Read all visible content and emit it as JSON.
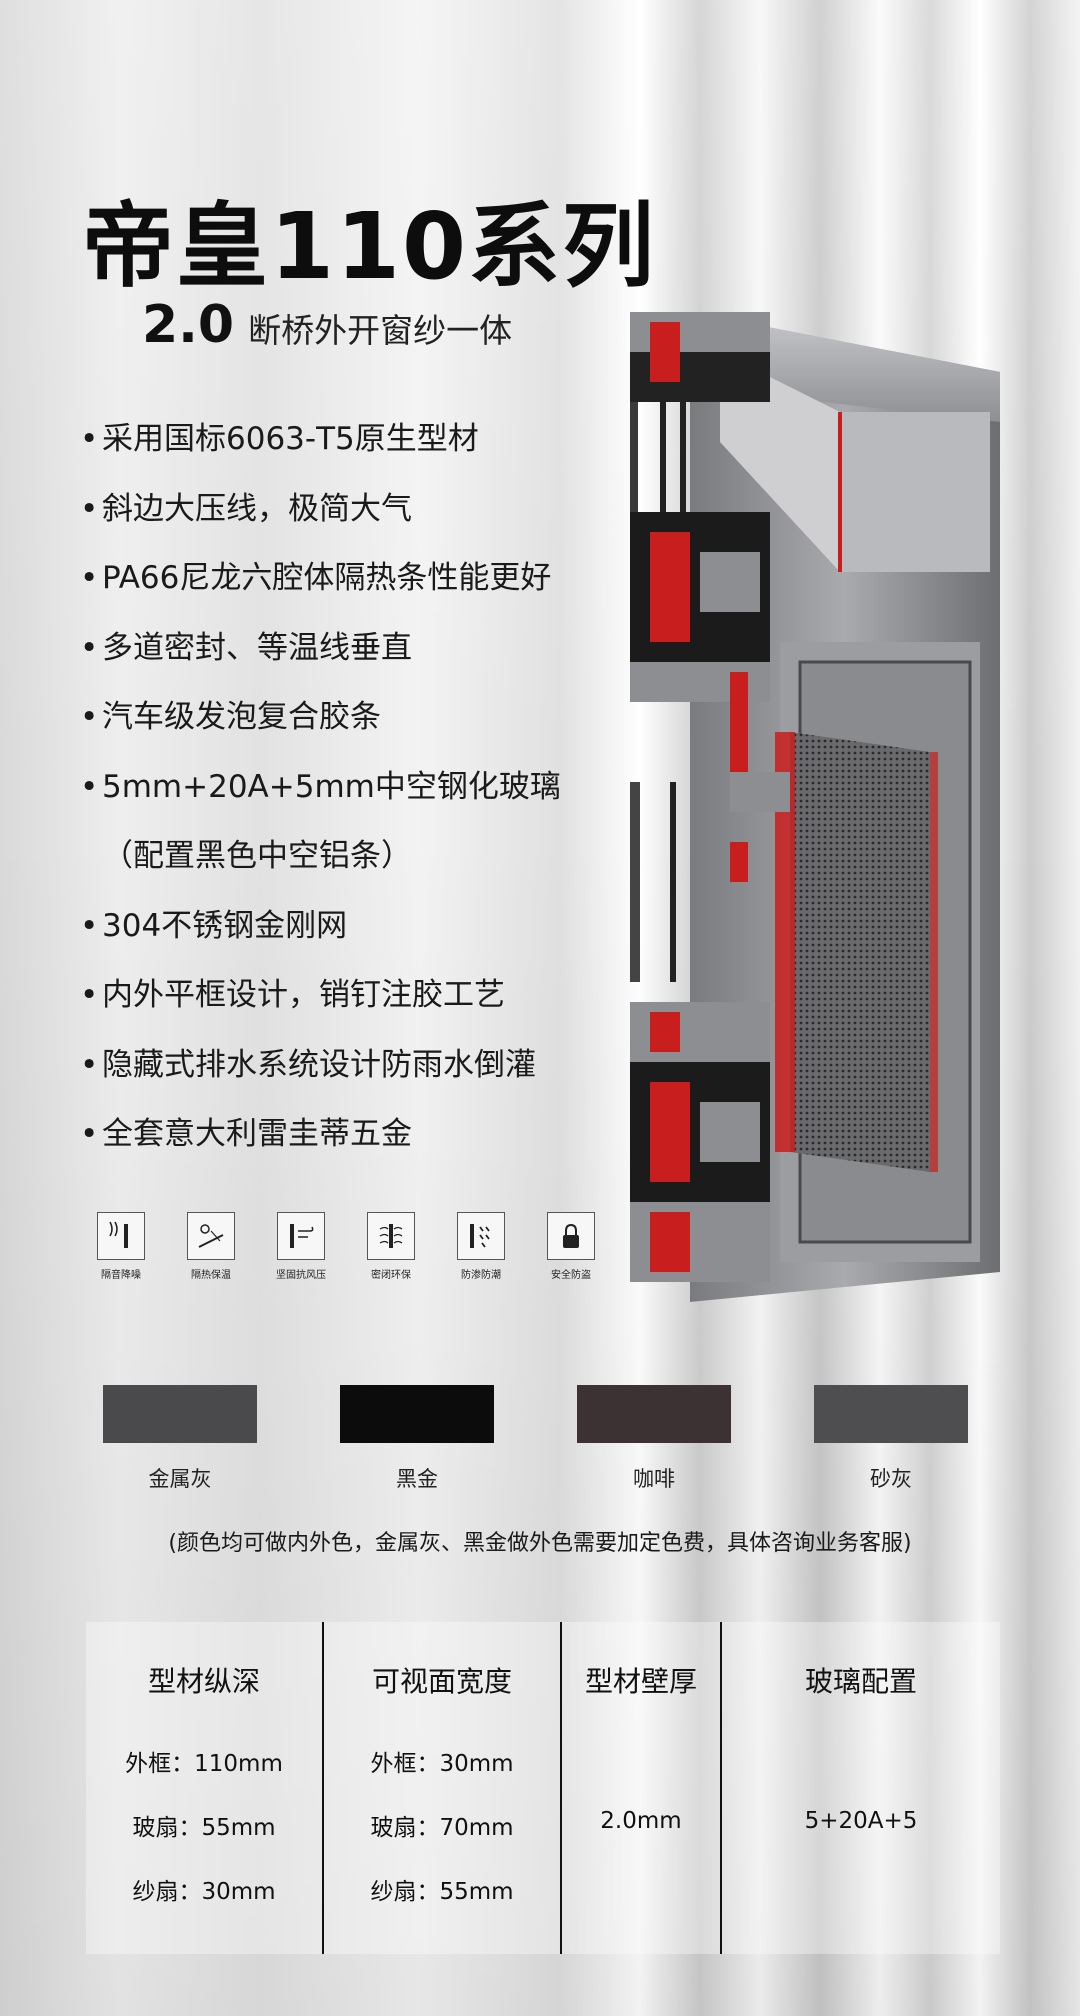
{
  "header": {
    "title": "帝皇110系列",
    "subtitle_num": "2.0",
    "subtitle_text": "断桥外开窗纱一体"
  },
  "features": [
    "采用国标6063-T5原生型材",
    "斜边大压线，极简大气",
    "PA66尼龙六腔体隔热条性能更好",
    "多道密封、等温线垂直",
    "汽车级发泡复合胶条",
    "5mm+20A+5mm中空钢化玻璃",
    "（配置黑色中空铝条）",
    "304不锈钢金刚网",
    "内外平框设计，销钉注胶工艺",
    "隐藏式排水系统设计防雨水倒灌",
    "全套意大利雷圭蒂五金"
  ],
  "bullet": "•",
  "icons": [
    {
      "name": "sound-icon",
      "label": "隔音降噪"
    },
    {
      "name": "insulation-icon",
      "label": "隔热保温"
    },
    {
      "name": "wind-icon",
      "label": "坚固抗风压"
    },
    {
      "name": "seal-icon",
      "label": "密闭环保"
    },
    {
      "name": "rain-icon",
      "label": "防渗防潮"
    },
    {
      "name": "lock-icon",
      "label": "安全防盗"
    }
  ],
  "colors": [
    {
      "label": "金属灰",
      "hex": "#4a4a4c"
    },
    {
      "label": "黑金",
      "hex": "#0c0c0c"
    },
    {
      "label": "咖啡",
      "hex": "#3c3234"
    },
    {
      "label": "砂灰",
      "hex": "#4e4e50"
    }
  ],
  "color_note": "(颜色均可做内外色，金属灰、黑金做外色需要加定色费，具体咨询业务客服)",
  "specs": {
    "columns": [
      {
        "header": "型材纵深",
        "rows": [
          "外框：110mm",
          "玻扇：55mm",
          "纱扇：30mm"
        ]
      },
      {
        "header": "可视面宽度",
        "rows": [
          "外框：30mm",
          "玻扇：70mm",
          "纱扇：55mm"
        ]
      },
      {
        "header": "型材壁厚",
        "rows": [
          "",
          "2.0mm",
          ""
        ]
      },
      {
        "header": "玻璃配置",
        "rows": [
          "",
          "5+20A+5",
          ""
        ]
      }
    ]
  },
  "accent": "#d21f1f"
}
